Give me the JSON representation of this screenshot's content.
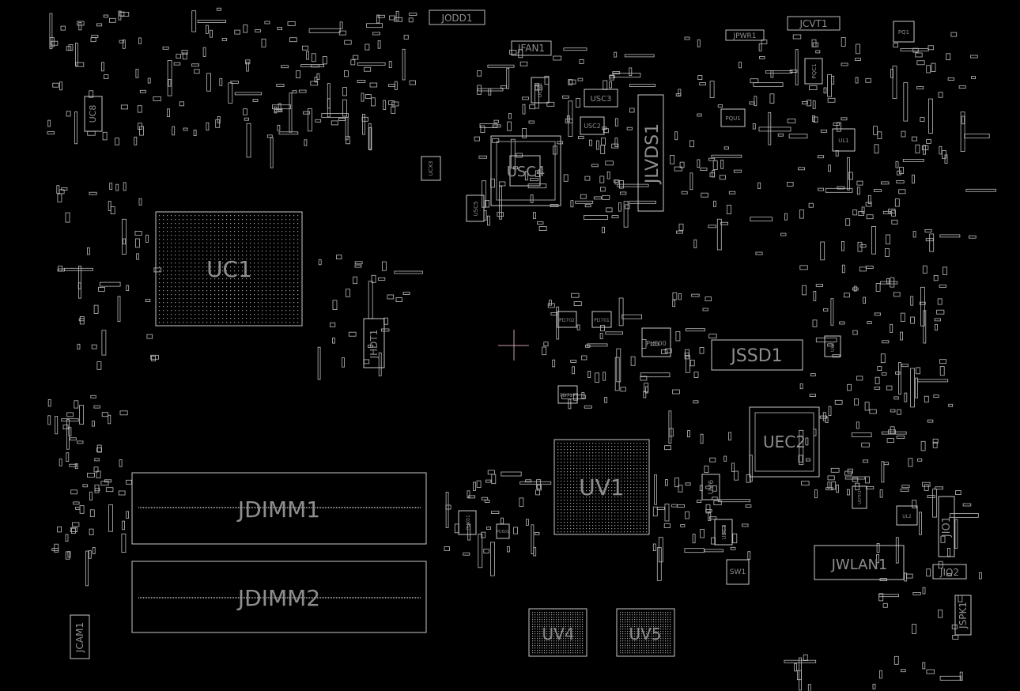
{
  "viewer": {
    "background": "#000000",
    "outline_color": "#c8c8c8",
    "label_color": "#8e8e8e",
    "cursor_color": "#c8a0a8"
  },
  "components": {
    "UC1": "UC1",
    "JDIMM1": "JDIMM1",
    "JDIMM2": "JDIMM2",
    "UV1": "UV1",
    "UV4": "UV4",
    "UV5": "UV5",
    "UEC2": "UEC2",
    "JSSD1": "JSSD1",
    "JLVDS1": "JLVDS1",
    "USC4": "USC4",
    "JWLAN1": "JWLAN1",
    "JODD1": "JODD1",
    "JFAN1": "JFAN1",
    "JCVT1": "JCVT1",
    "JPWR1": "JPWR1",
    "USC3": "USC3",
    "USC2": "USC2",
    "USC5": "USC5",
    "UCV2": "UCV2",
    "JHDT1": "JHDT1",
    "JCAM1": "JCAM1",
    "JIO1": "JIO1",
    "JIO2": "JIO2",
    "JSPK1": "JSPK1",
    "SW1": "SW1",
    "UV6": "UV6",
    "UEC1": "UEC1",
    "PUF00": "PUF00",
    "PQU1": "PQU1",
    "PQC1": "PQC1",
    "PQ1": "PQ1",
    "UL1": "UL1",
    "UC8": "UC8",
    "PD701": "PD701",
    "PD717": "PD717",
    "PD702": "PD702",
    "UCX3": "UCX3",
    "PUK01": "PUK01",
    "UL2": "UL2",
    "UW1": "UW1",
    "UOTH1": "UOTH1",
    "PU601": "PU601",
    "UW8": "UW8"
  }
}
